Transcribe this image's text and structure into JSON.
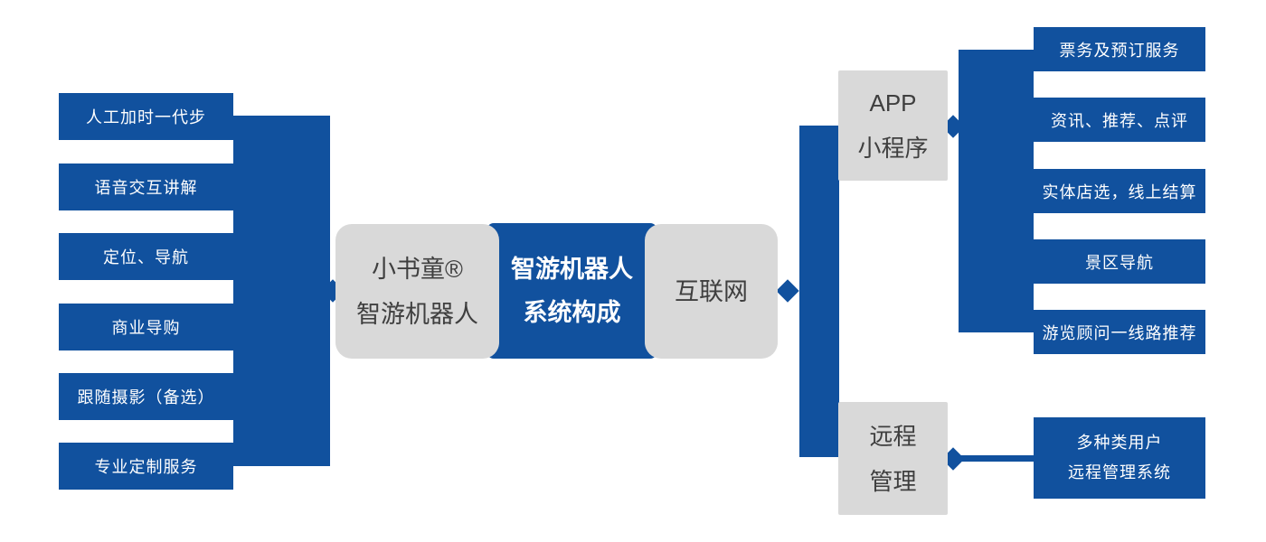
{
  "diagram": {
    "center": {
      "product_box": {
        "line1": "小书童®",
        "line2": "智游机器人"
      },
      "title_box": {
        "line1": "智游机器人",
        "line2": "系统构成"
      },
      "internet_box": {
        "label": "互联网"
      }
    },
    "robot_features": [
      "人工加时一代步",
      "语音交互讲解",
      "定位、导航",
      "商业导购",
      "跟随摄影（备选）",
      "专业定制服务"
    ],
    "app_box": {
      "line1": "APP",
      "line2": "小程序"
    },
    "app_features": [
      "票务及预订服务",
      "资讯、推荐、点评",
      "实体店选，线上结算",
      "景区导航",
      "游览顾问一线路推荐"
    ],
    "remote_box": {
      "line1": "远程",
      "line2": "管理"
    },
    "remote_feature": {
      "line1": "多种类用户",
      "line2": "远程管理系统"
    },
    "colors": {
      "primary_blue": "#11519E",
      "box_gray": "#D9D9D9",
      "dark_text": "#3F3F3F"
    }
  }
}
